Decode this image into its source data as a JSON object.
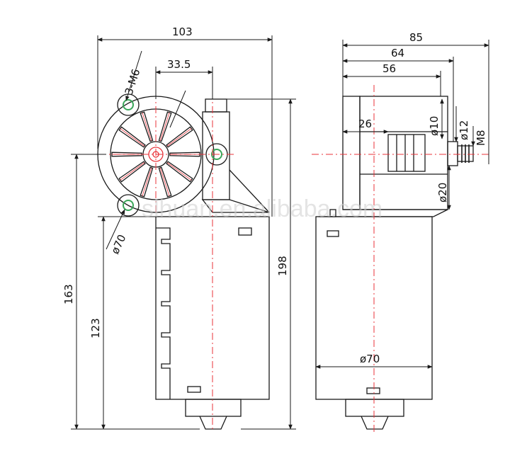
{
  "colors": {
    "outline": "#1a1a1a",
    "centerline": "#e8333a",
    "bolt": "#3aa65a",
    "watermark": "#cfcfcf",
    "background": "#ffffff"
  },
  "front_view": {
    "dims": {
      "overall_width": "103",
      "offset": "33.5",
      "mount_holes": "3-M6",
      "motor_dia": "ø70",
      "total_height": "198",
      "body_height": "163",
      "motor_height": "123"
    }
  },
  "side_view": {
    "dims": {
      "width_85": "85",
      "width_64": "64",
      "width_56": "56",
      "width_26": "26",
      "dia_10": "ø10",
      "dia_12": "ø12",
      "thread": "M8",
      "dia_20": "ø20",
      "motor_dia": "ø70"
    }
  },
  "watermark": "slhuan.en.alibaba.com"
}
